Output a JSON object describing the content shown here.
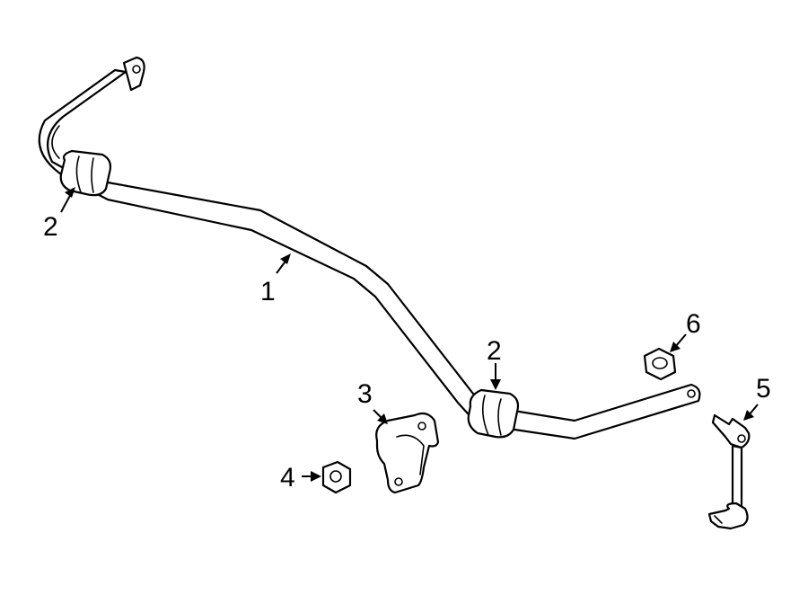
{
  "callouts": [
    {
      "id": "label-2-left",
      "text": "2"
    },
    {
      "id": "label-1",
      "text": "1"
    },
    {
      "id": "label-2-center",
      "text": "2"
    },
    {
      "id": "label-3",
      "text": "3"
    },
    {
      "id": "label-4",
      "text": "4"
    },
    {
      "id": "label-5",
      "text": "5"
    },
    {
      "id": "label-6",
      "text": "6"
    }
  ],
  "colors": {
    "line": "#000000",
    "fill": "#ffffff"
  }
}
